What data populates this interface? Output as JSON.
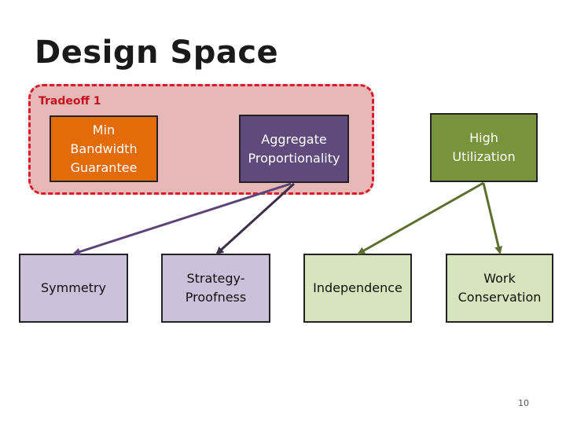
{
  "slide": {
    "title": "Design Space",
    "tradeoff_label": "Tradeoff 1",
    "page_number": "10"
  },
  "top_boxes": {
    "min_bandwidth": "Min\nBandwidth\nGuarantee",
    "aggregate": "Aggregate\nProportionality",
    "high_utilization": "High\nUtilization"
  },
  "bottom_boxes": {
    "symmetry": "Symmetry",
    "strategy_proofness": "Strategy-\nProofness",
    "independence": "Independence",
    "work_conservation": "Work\nConservation"
  },
  "colors": {
    "tradeoff_fill": "#e8b7b7",
    "tradeoff_border": "#d81c2a",
    "orange": "#e36c09",
    "purple": "#604a7b",
    "green": "#77933c",
    "light_purple": "#ccc1da",
    "light_green": "#d7e4bd"
  }
}
